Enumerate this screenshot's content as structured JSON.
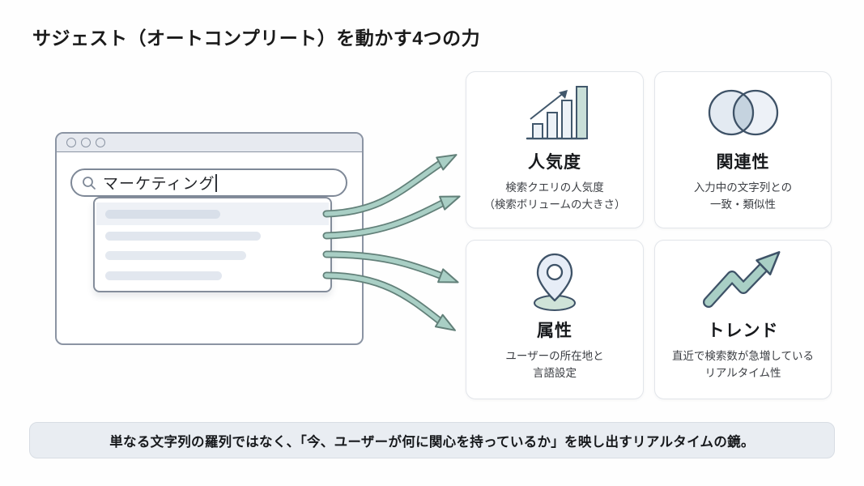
{
  "title": "サジェスト（オートコンプリート）を動かす4つの力",
  "browser": {
    "search_query": "マーケティング",
    "suggestion_rows": 4,
    "highlighted_row_index": 0
  },
  "cards": [
    {
      "id": "popularity",
      "icon": "bar-chart-growth-icon",
      "title": "人気度",
      "desc_line1": "検索クエリの人気度",
      "desc_line2": "（検索ボリュームの大きさ）"
    },
    {
      "id": "relevance",
      "icon": "venn-overlap-icon",
      "title": "関連性",
      "desc_line1": "入力中の文字列との",
      "desc_line2": "一致・類似性"
    },
    {
      "id": "attributes",
      "icon": "location-pin-icon",
      "title": "属性",
      "desc_line1": "ユーザーの所在地と",
      "desc_line2": "言語設定"
    },
    {
      "id": "trend",
      "icon": "trending-up-arrow-icon",
      "title": "トレンド",
      "desc_line1": "直近で検索数が急増している",
      "desc_line2": "リアルタイム性"
    }
  ],
  "footer": {
    "text": "単なる文字列の羅列ではなく、「今、ユーザーが何に関心を持っているか」を映し出すリアルタイムの鏡。"
  },
  "colors": {
    "arrow_fill": "#a9cfc5",
    "arrow_outline": "#628079",
    "window_border": "#8b94a3",
    "titlebar_bg": "#e7eaf0",
    "highlight_row_bg": "#eef1f6",
    "card_border": "#e2e5ea",
    "icon_stroke": "#42586c",
    "icon_teal_fill": "#c9dfd8",
    "banner_bg": "#e9edf2"
  }
}
